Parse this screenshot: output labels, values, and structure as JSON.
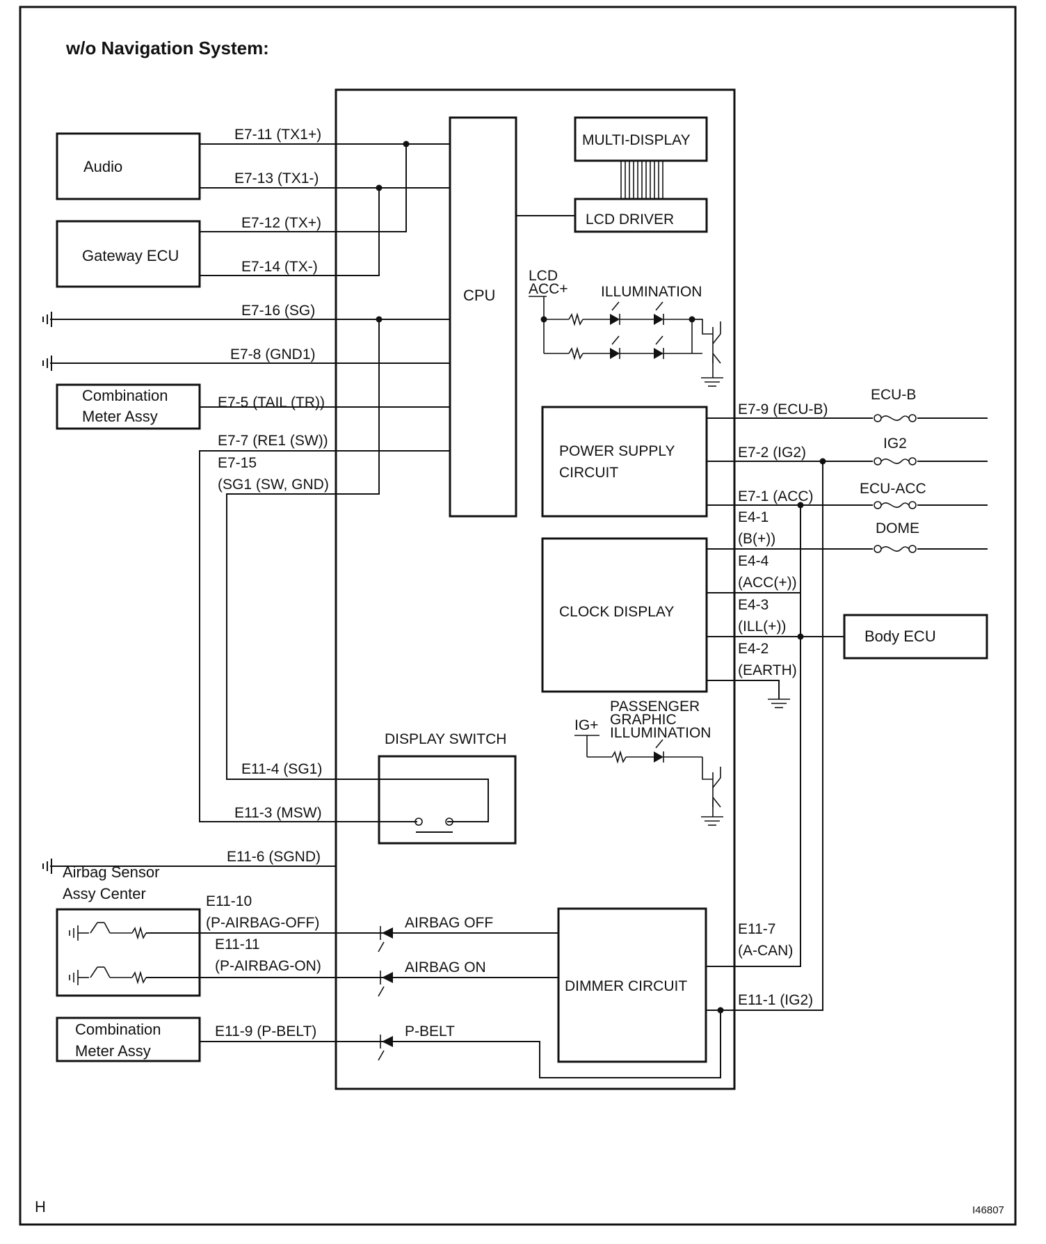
{
  "title": "w/o Navigation System:",
  "corner_letter": "H",
  "figure_id": "I46807",
  "external_components": {
    "audio": "Audio",
    "gateway_ecu": "Gateway ECU",
    "combination_meter_1": [
      "Combination",
      "Meter Assy"
    ],
    "airbag_sensor": [
      "Airbag Sensor",
      "Assy Center"
    ],
    "combination_meter_2": [
      "Combination",
      "Meter Assy"
    ],
    "body_ecu": "Body ECU"
  },
  "internal_blocks": {
    "cpu": "CPU",
    "multi_display": "MULTI-DISPLAY",
    "lcd_driver": "LCD DRIVER",
    "lcd_acc": [
      "LCD",
      "ACC+"
    ],
    "illumination": "ILLUMINATION",
    "power_supply": [
      "POWER SUPPLY",
      "CIRCUIT"
    ],
    "clock_display": "CLOCK DISPLAY",
    "ig_plus": "IG+",
    "passenger_graphic": [
      "PASSENGER",
      "GRAPHIC",
      "ILLUMINATION"
    ],
    "display_switch": "DISPLAY SWITCH",
    "dimmer_circuit": "DIMMER CIRCUIT",
    "airbag_off": "AIRBAG OFF",
    "airbag_on": "AIRBAG ON",
    "p_belt": "P-BELT"
  },
  "left_terminals": {
    "e7_11": "E7-11 (TX1+)",
    "e7_13": "E7-13  (TX1-)",
    "e7_12": "E7-12  (TX+)",
    "e7_14": "E7-14  (TX-)",
    "e7_16": "E7-16  (SG)",
    "e7_8": "E7-8  (GND1)",
    "e7_5": "E7-5  (TAIL (TR))",
    "e7_7": "E7-7  (RE1 (SW))",
    "e7_15": [
      "E7-15",
      "(SG1 (SW, GND)"
    ],
    "e11_4": "E11-4  (SG1)",
    "e11_3": "E11-3  (MSW)",
    "e11_6": "E11-6  (SGND)",
    "e11_10": [
      "E11-10",
      "(P-AIRBAG-OFF)"
    ],
    "e11_11": [
      "E11-11",
      "(P-AIRBAG-ON)"
    ],
    "e11_9": "E11-9  (P-BELT)"
  },
  "right_terminals": {
    "e7_9": "E7-9  (ECU-B)",
    "e7_2": "E7-2  (IG2)",
    "e7_1": "E7-1  (ACC)",
    "e4_1": [
      "E4-1",
      "(B(+))"
    ],
    "e4_4": [
      "E4-4",
      "(ACC(+))"
    ],
    "e4_3": [
      "E4-3",
      "(ILL(+))"
    ],
    "e4_2": [
      "E4-2",
      "(EARTH)"
    ],
    "e11_7": [
      "E11-7",
      "(A-CAN)"
    ],
    "e11_1": "E11-1  (IG2)"
  },
  "fuses": {
    "ecu_b": "ECU-B",
    "ig2": "IG2",
    "ecu_acc": "ECU-ACC",
    "dome": "DOME"
  },
  "icons": [
    "ground-icon",
    "chassis-ground-icon",
    "resistor-icon",
    "led-icon",
    "transistor-icon",
    "fuse-icon",
    "switch-icon"
  ]
}
